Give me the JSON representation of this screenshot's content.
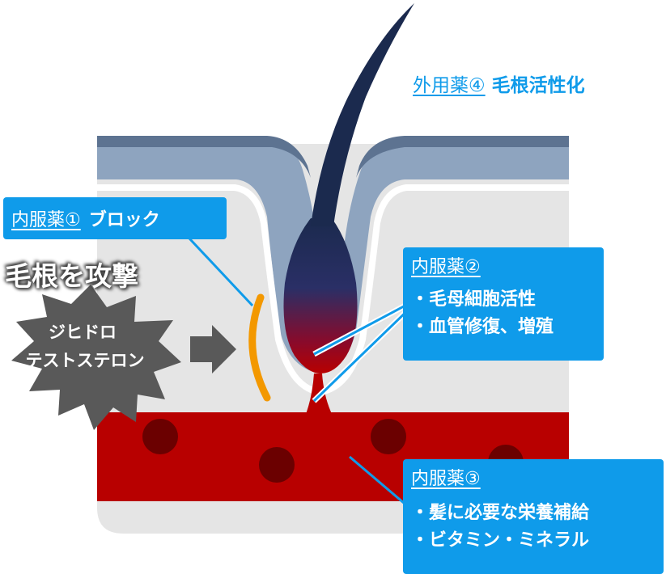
{
  "top_label": {
    "prefix": "外用薬④",
    "text": "毛根活性化"
  },
  "attack": {
    "title": "毛根を攻撃",
    "line1": "ジヒドロ",
    "line2": "テストステロン"
  },
  "callout1": {
    "prefix": "内服薬①",
    "text": "ブロック"
  },
  "callout2": {
    "prefix": "内服薬②",
    "bullets": [
      "・毛母細胞活性",
      "・血管修復、増殖"
    ]
  },
  "callout3": {
    "prefix": "内服薬③",
    "bullets": [
      "・髪に必要な栄養補給",
      "・ビタミン・ミネラル"
    ]
  },
  "colors": {
    "accent": "#0f9bea",
    "skin_top": "#8ea4bf",
    "skin_shadow": "#5d7391",
    "tissue": "#e5e5e5",
    "blood": "#b80000",
    "blood_cell": "#6b0000",
    "hair": "#1b2a4e",
    "block": "#f39800",
    "burst": "#595959"
  },
  "icons": [
    "arrow-right-icon",
    "burst-icon",
    "hair-icon",
    "blood-cell-icon"
  ]
}
